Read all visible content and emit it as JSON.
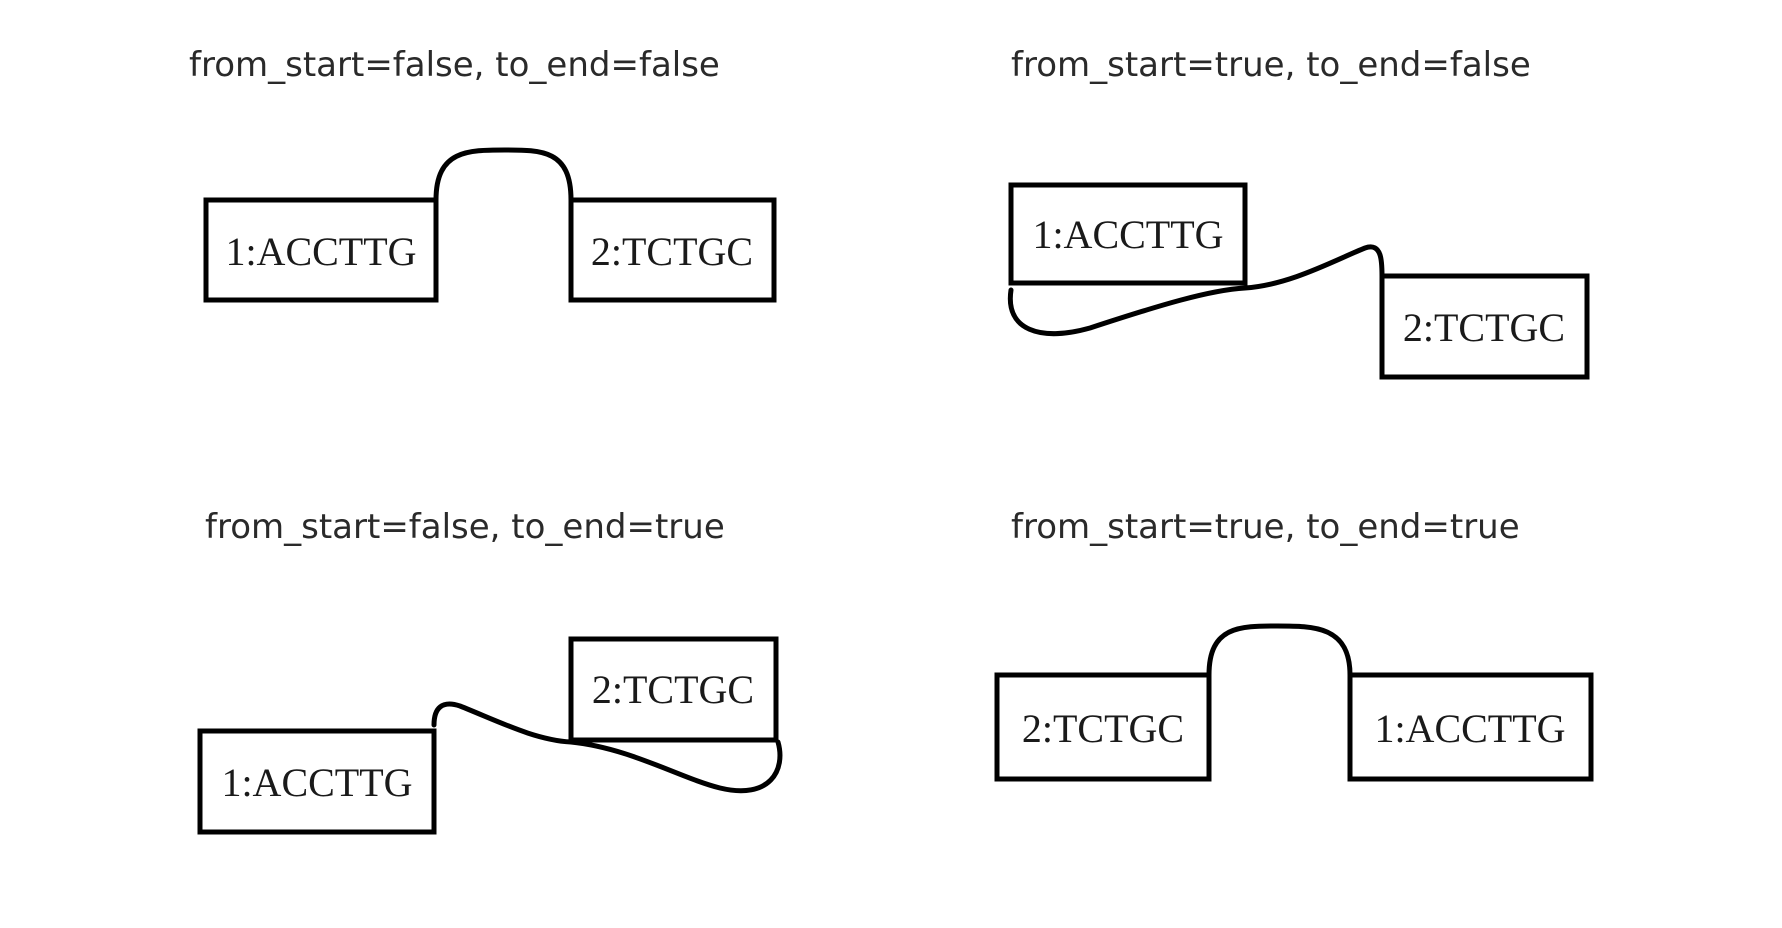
{
  "panels": [
    {
      "title": "from_start=false, to_end=false",
      "nodes": [
        {
          "label": "1:ACCTTG"
        },
        {
          "label": "2:TCTGC"
        }
      ]
    },
    {
      "title": "from_start=true, to_end=false",
      "nodes": [
        {
          "label": "1:ACCTTG"
        },
        {
          "label": "2:TCTGC"
        }
      ]
    },
    {
      "title": "from_start=false, to_end=true",
      "nodes": [
        {
          "label": "1:ACCTTG"
        },
        {
          "label": "2:TCTGC"
        }
      ]
    },
    {
      "title": "from_start=true, to_end=true",
      "nodes": [
        {
          "label": "2:TCTGC"
        },
        {
          "label": "1:ACCTTG"
        }
      ]
    }
  ]
}
